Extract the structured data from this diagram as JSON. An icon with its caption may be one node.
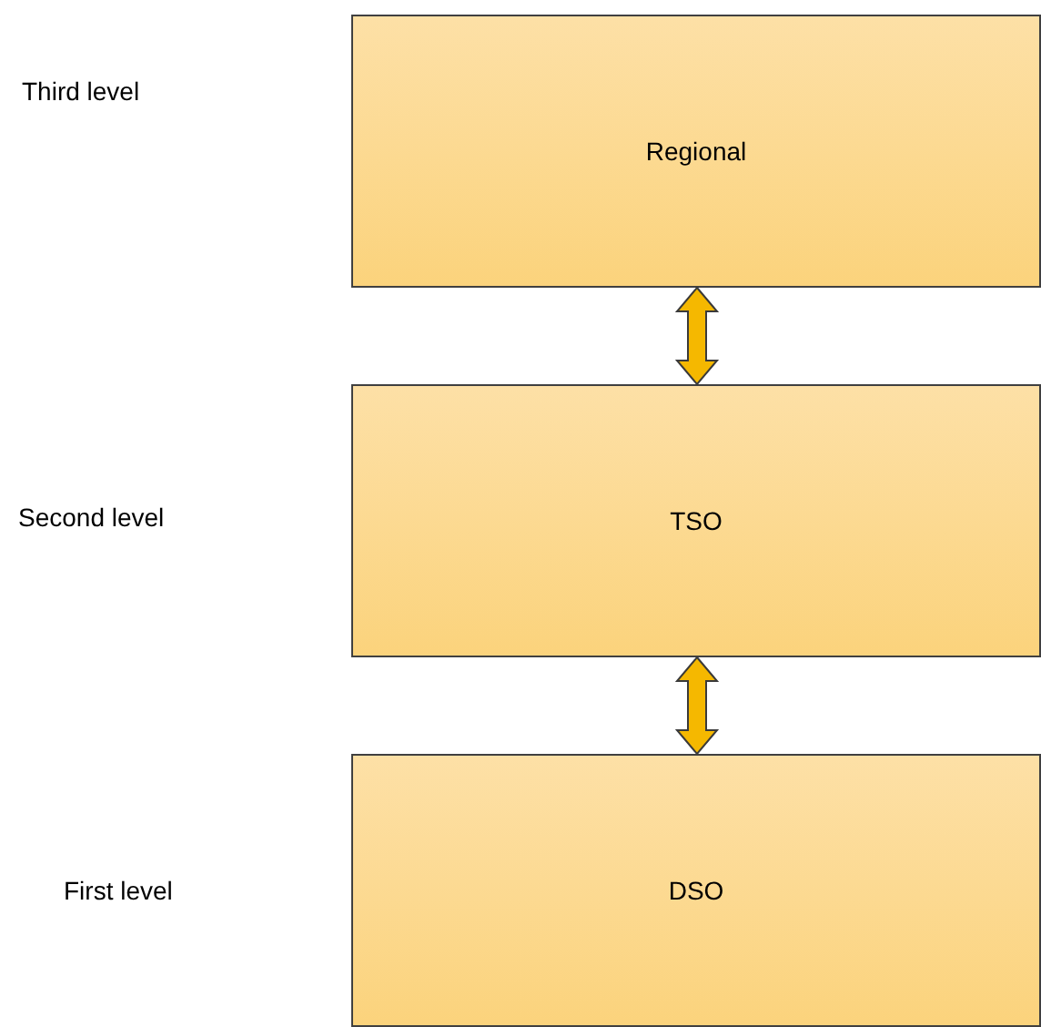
{
  "diagram": {
    "nodes": [
      {
        "text": [
          "Regional"
        ]
      },
      {
        "text": [
          "TSO"
        ]
      },
      {
        "text": [
          "DSO"
        ]
      }
    ],
    "edges": [
      {
        "from": 0,
        "to": 1,
        "arrow": "both"
      },
      {
        "from": 1,
        "to": 2,
        "arrow": "both"
      }
    ],
    "labels": [
      "Third level",
      "Second level",
      "First level"
    ]
  }
}
